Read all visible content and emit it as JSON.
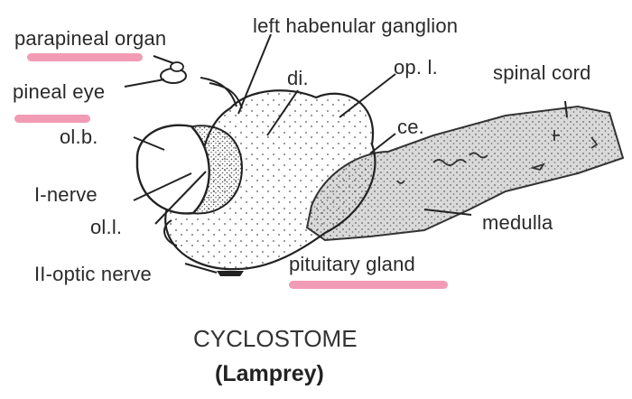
{
  "labels": {
    "parapineal_organ": "parapineal organ",
    "left_habenular_ganglion": "left habenular ganglion",
    "pineal_eye": "pineal eye",
    "di": "di.",
    "op_l": "op. l.",
    "spinal_cord": "spinal cord",
    "ol_b": "ol.b.",
    "ce": "ce.",
    "i_nerve": "I-nerve",
    "ol_l": "ol.l.",
    "medulla": "medulla",
    "ii_optic_nerve": "II-optic nerve",
    "pituitary_gland": "pituitary gland"
  },
  "caption": {
    "title": "CYCLOSTOME",
    "subtitle": "(Lamprey)"
  },
  "colors": {
    "highlight": "#f08aa8",
    "ink": "#2a2a2a",
    "medulla_shade": "#d9d9d9"
  }
}
